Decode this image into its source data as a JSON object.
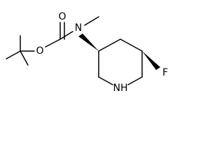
{
  "molecule": {
    "atom_labels": {
      "carbonyl_oxygen": "O",
      "ester_oxygen": "O",
      "carbamate_nitrogen": "N",
      "fluorine": "F",
      "ring_nitrogen": "NH"
    },
    "stereo_bonds": {
      "c3_to_n": "bold-wedge",
      "c5_to_f": "bold-wedge"
    },
    "line_color": "#000000"
  }
}
